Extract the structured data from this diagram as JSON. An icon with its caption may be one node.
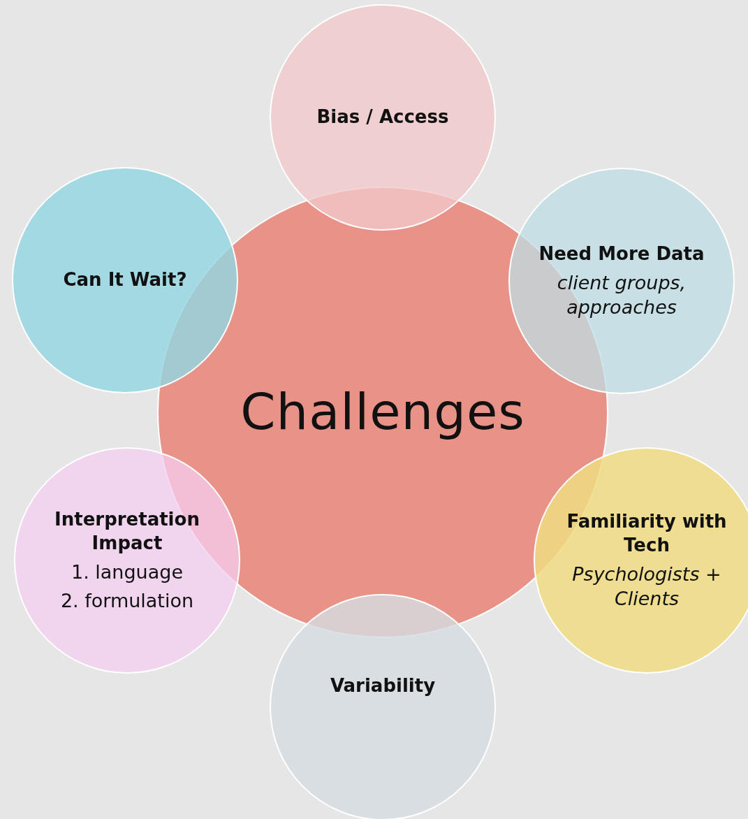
{
  "diagram": {
    "nodes": [
      {
        "text": [
          "Bias / Access"
        ]
      },
      {
        "text": [
          "Can It Wait?"
        ]
      },
      {
        "text": [
          "Need More Data",
          "client groups, approaches"
        ]
      },
      {
        "text": [
          "Challenges"
        ]
      },
      {
        "text": [
          "Interpretation Impact",
          "1. language",
          "2. formulation"
        ]
      },
      {
        "text": [
          "Familiarity with Tech",
          "Psychologists + Clients"
        ]
      },
      {
        "text": [
          "Variability"
        ]
      }
    ]
  }
}
